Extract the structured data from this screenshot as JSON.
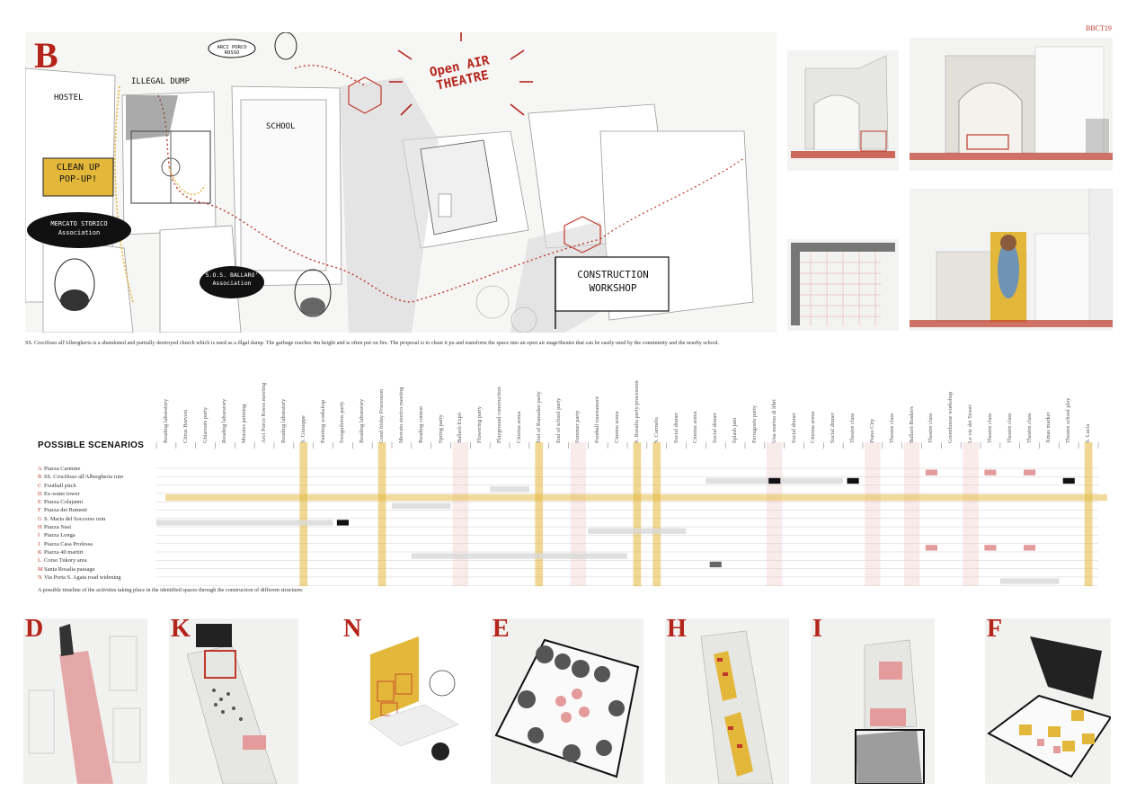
{
  "code": "BBCT19",
  "section_letter": "B",
  "map": {
    "labels": {
      "hostel": "HOSTEL",
      "illegal_dump": "ILLEGAL DUMP",
      "school": "SCHOOL",
      "theatre": "Open AIR THEATRE",
      "clean_up": "CLEAN UP POP-UP!",
      "mercato": "MERCATO STORICO Association",
      "sos_ballaro": "S.O.S. BALLARO' Association",
      "construction": "CONSTRUCTION WORKSHOP",
      "speech_top": "ARCI PORCO ROSSO"
    },
    "caption": "SS. Crocifisso all'Albergheria is a abandoned and partially destroyed church which is used as a illgal dump. The garbage reaches 4m height and is often put on fire. The proposal is to clean it pu and transform the space into an open air stage/theatre that can be easily used by the community and the nearby school."
  },
  "scenarios": {
    "title": "POSSIBLE SCENARIOS",
    "caption": "A possible timeline of the activities taking place in the identified spaces through the construction of different structures",
    "rows": [
      {
        "letter": "A",
        "name": "Piazza Carmine"
      },
      {
        "letter": "B",
        "name": "SS. Crocifisso all'Albergheria ruin"
      },
      {
        "letter": "C",
        "name": "Football pitch"
      },
      {
        "letter": "D",
        "name": "Ex-water tower"
      },
      {
        "letter": "E",
        "name": "Piazza Colajanni"
      },
      {
        "letter": "F",
        "name": "Piazza dei Rumeni"
      },
      {
        "letter": "G",
        "name": "S. Maria del Soccorso ruin"
      },
      {
        "letter": "H",
        "name": "Piazza Nasi"
      },
      {
        "letter": "I",
        "name": "Piazza Longa"
      },
      {
        "letter": "J",
        "name": "Piazza Casa Professa"
      },
      {
        "letter": "K",
        "name": "Piazza 40 martiri"
      },
      {
        "letter": "L",
        "name": "Corso Tukory area"
      },
      {
        "letter": "M",
        "name": "Santa Rosalia passage"
      },
      {
        "letter": "N",
        "name": "Via Porta S. Agata road widening"
      }
    ],
    "events": [
      "Reading laboratory",
      "Citrus Harvest",
      "Ghiaroots party",
      "Reading laboratory",
      "Murales painting",
      "Arci Porco Rosso meeting",
      "Reading laboratory",
      "S. Giuseppe",
      "Painting workshop",
      "Sweguileros party",
      "Reading laboratory",
      "Good friday Procession",
      "Mercato storico meeting",
      "Reading contest",
      "Spring party",
      "Ballarò Expò",
      "Flowering party",
      "Playground construction",
      "Cinema arena",
      "End of Ramadan party",
      "End of school party",
      "Summer party",
      "Football tournament",
      "Cinema arena",
      "S. Rosalia party/procession",
      "S. Carmelo",
      "Social dinner",
      "Cinema arena",
      "Social dinner",
      "Splash jam",
      "Ferragosto party",
      "Una marina di libri",
      "Social dinner",
      "Cinema arena",
      "Social dinner",
      "Theatre class",
      "Piano City",
      "Theatre class",
      "Ballarò Buskers",
      "Theatre class",
      "Greenhouse workshop",
      "Le vie dei Tesori",
      "Theatre class",
      "Theatre class",
      "Theatre class",
      "Xmas market",
      "Theatre school play",
      "S. Lucia"
    ]
  },
  "tiles": [
    {
      "letter": "D"
    },
    {
      "letter": "K"
    },
    {
      "letter": "N"
    },
    {
      "letter": "E"
    },
    {
      "letter": "H"
    },
    {
      "letter": "I"
    },
    {
      "letter": "F"
    }
  ],
  "colors": {
    "accent_red": "#b5241b",
    "yellow": "#e3b73a",
    "pink": "#e7a3a3",
    "grey_bar": "#d8d8d8"
  }
}
